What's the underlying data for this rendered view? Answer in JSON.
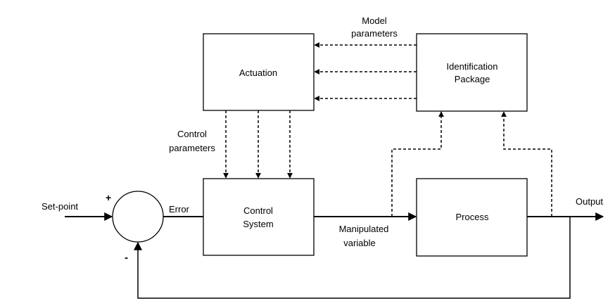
{
  "blocks": {
    "actuation": "Actuation",
    "identification": [
      "Identification",
      "Package"
    ],
    "control_system": [
      "Control",
      "System"
    ],
    "process": "Process"
  },
  "labels": {
    "model_parameters": [
      "Model",
      "parameters"
    ],
    "control_parameters": [
      "Control",
      "parameters"
    ],
    "set_point": "Set-point",
    "error": "Error",
    "manipulated_variable": [
      "Manipulated",
      "variable"
    ],
    "output": "Output",
    "plus": "+",
    "minus": "-"
  }
}
